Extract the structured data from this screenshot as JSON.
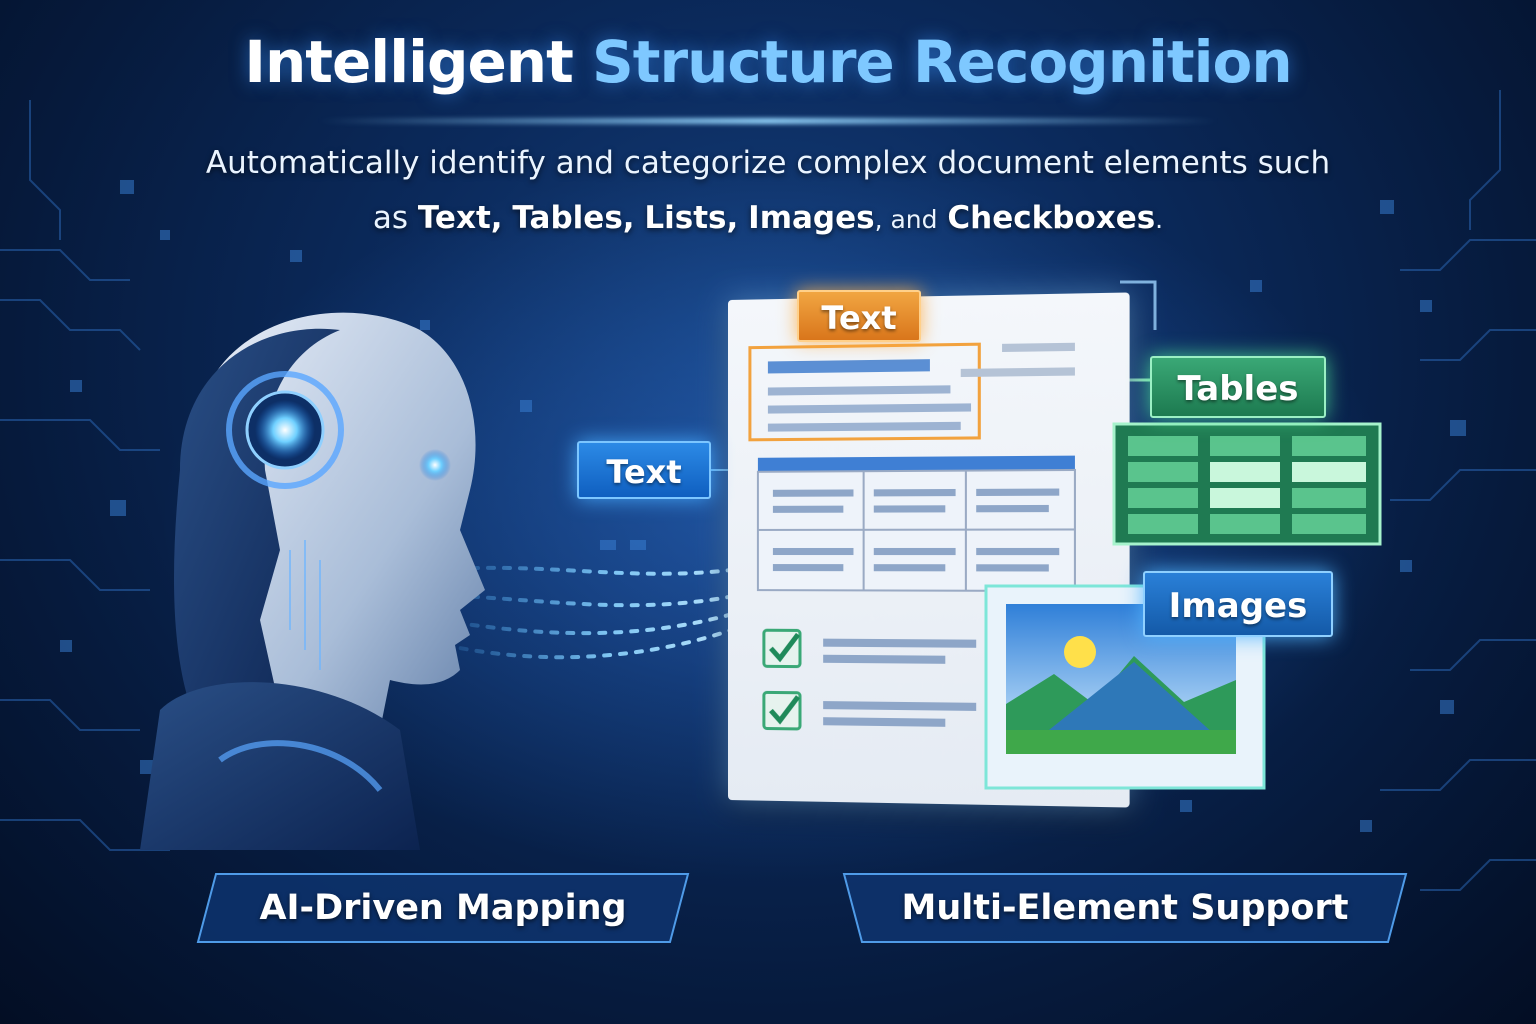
{
  "title": {
    "part1": "Intelligent",
    "part2": "Structure Recognition"
  },
  "subtitle": {
    "line1": "Automatically identify and categorize complex document elements such",
    "line2_prefix": "as",
    "item_text": "Text,",
    "item_tables": "Tables,",
    "item_lists": "Lists,",
    "item_images": "Images",
    "line2_join": ", and",
    "item_checkboxes": "Checkboxes",
    "line2_end": "."
  },
  "tags": {
    "text_top": "Text",
    "text_left": "Text",
    "tables": "Tables",
    "images": "Images"
  },
  "buttons": {
    "left": "AI-Driven Mapping",
    "right": "Multi-Element Support"
  },
  "colors": {
    "accent_blue": "#7ec8ff",
    "text_tag": "#d9761b",
    "tables_tag": "#1d7a50",
    "images_tag": "#145aa8"
  }
}
